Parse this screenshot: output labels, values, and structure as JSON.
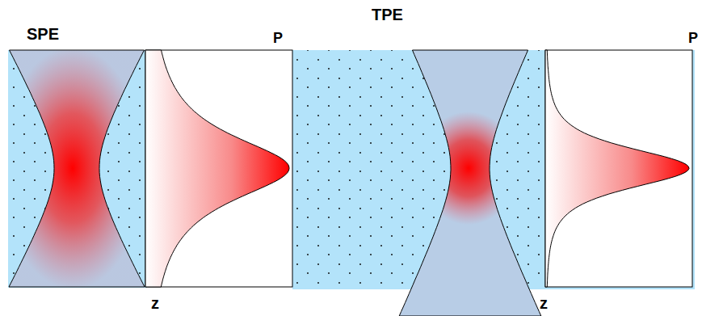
{
  "diagram": {
    "labels": [
      "SPE",
      "P",
      "z",
      "TPE",
      "P",
      "z"
    ]
  }
}
